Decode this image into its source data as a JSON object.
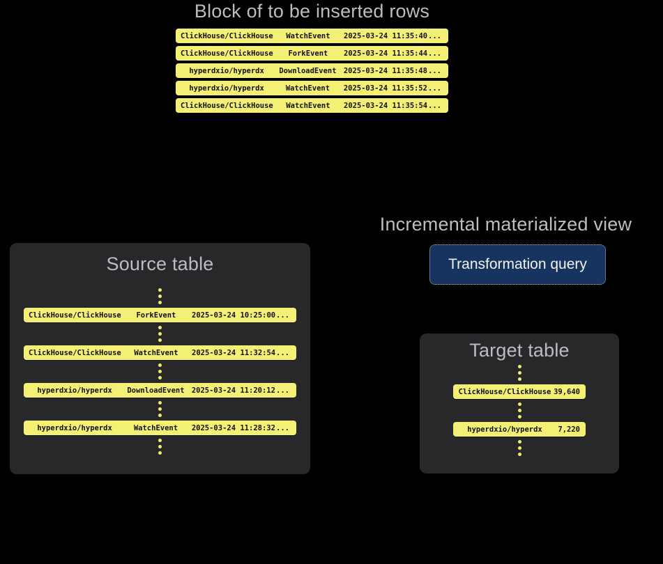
{
  "colors": {
    "background": "#000000",
    "panel": "#28282b",
    "row_yellow": "#f4f075",
    "row_text": "#111111",
    "title_gray": "#bcbcc1",
    "button_bg": "#16345f",
    "button_border": "#b8b8bd",
    "button_text": "#f2f2f4",
    "dot_yellow": "#f0ec6e"
  },
  "insert_block": {
    "title": "Block of to be inserted rows",
    "rows": [
      {
        "repo": "ClickHouse/ClickHouse",
        "event": "WatchEvent",
        "time": "2025-03-24 11:35:40",
        "more": "..."
      },
      {
        "repo": "ClickHouse/ClickHouse",
        "event": "ForkEvent",
        "time": "2025-03-24 11:35:44",
        "more": "..."
      },
      {
        "repo": "hyperdxio/hyperdx",
        "event": "DownloadEvent",
        "time": "2025-03-24 11:35:48",
        "more": "..."
      },
      {
        "repo": "hyperdxio/hyperdx",
        "event": "WatchEvent",
        "time": "2025-03-24 11:35:52",
        "more": "..."
      },
      {
        "repo": "ClickHouse/ClickHouse",
        "event": "WatchEvent",
        "time": "2025-03-24 11:35:54",
        "more": "..."
      }
    ]
  },
  "source_table": {
    "title": "Source table",
    "rows": [
      {
        "repo": "ClickHouse/ClickHouse",
        "event": "ForkEvent",
        "time": "2025-03-24 10:25:00",
        "more": "..."
      },
      {
        "repo": "ClickHouse/ClickHouse",
        "event": "WatchEvent",
        "time": "2025-03-24 11:32:54",
        "more": "..."
      },
      {
        "repo": "hyperdxio/hyperdx",
        "event": "DownloadEvent",
        "time": "2025-03-24 11:20:12",
        "more": "..."
      },
      {
        "repo": "hyperdxio/hyperdx",
        "event": "WatchEvent",
        "time": "2025-03-24 11:28:32",
        "more": "..."
      }
    ]
  },
  "materialized_view": {
    "title": "Incremental materialized view",
    "button_label": "Transformation query"
  },
  "target_table": {
    "title": "Target table",
    "rows": [
      {
        "repo": "ClickHouse/ClickHouse",
        "count": "39,640"
      },
      {
        "repo": "hyperdxio/hyperdx",
        "count": "7,220"
      }
    ]
  }
}
